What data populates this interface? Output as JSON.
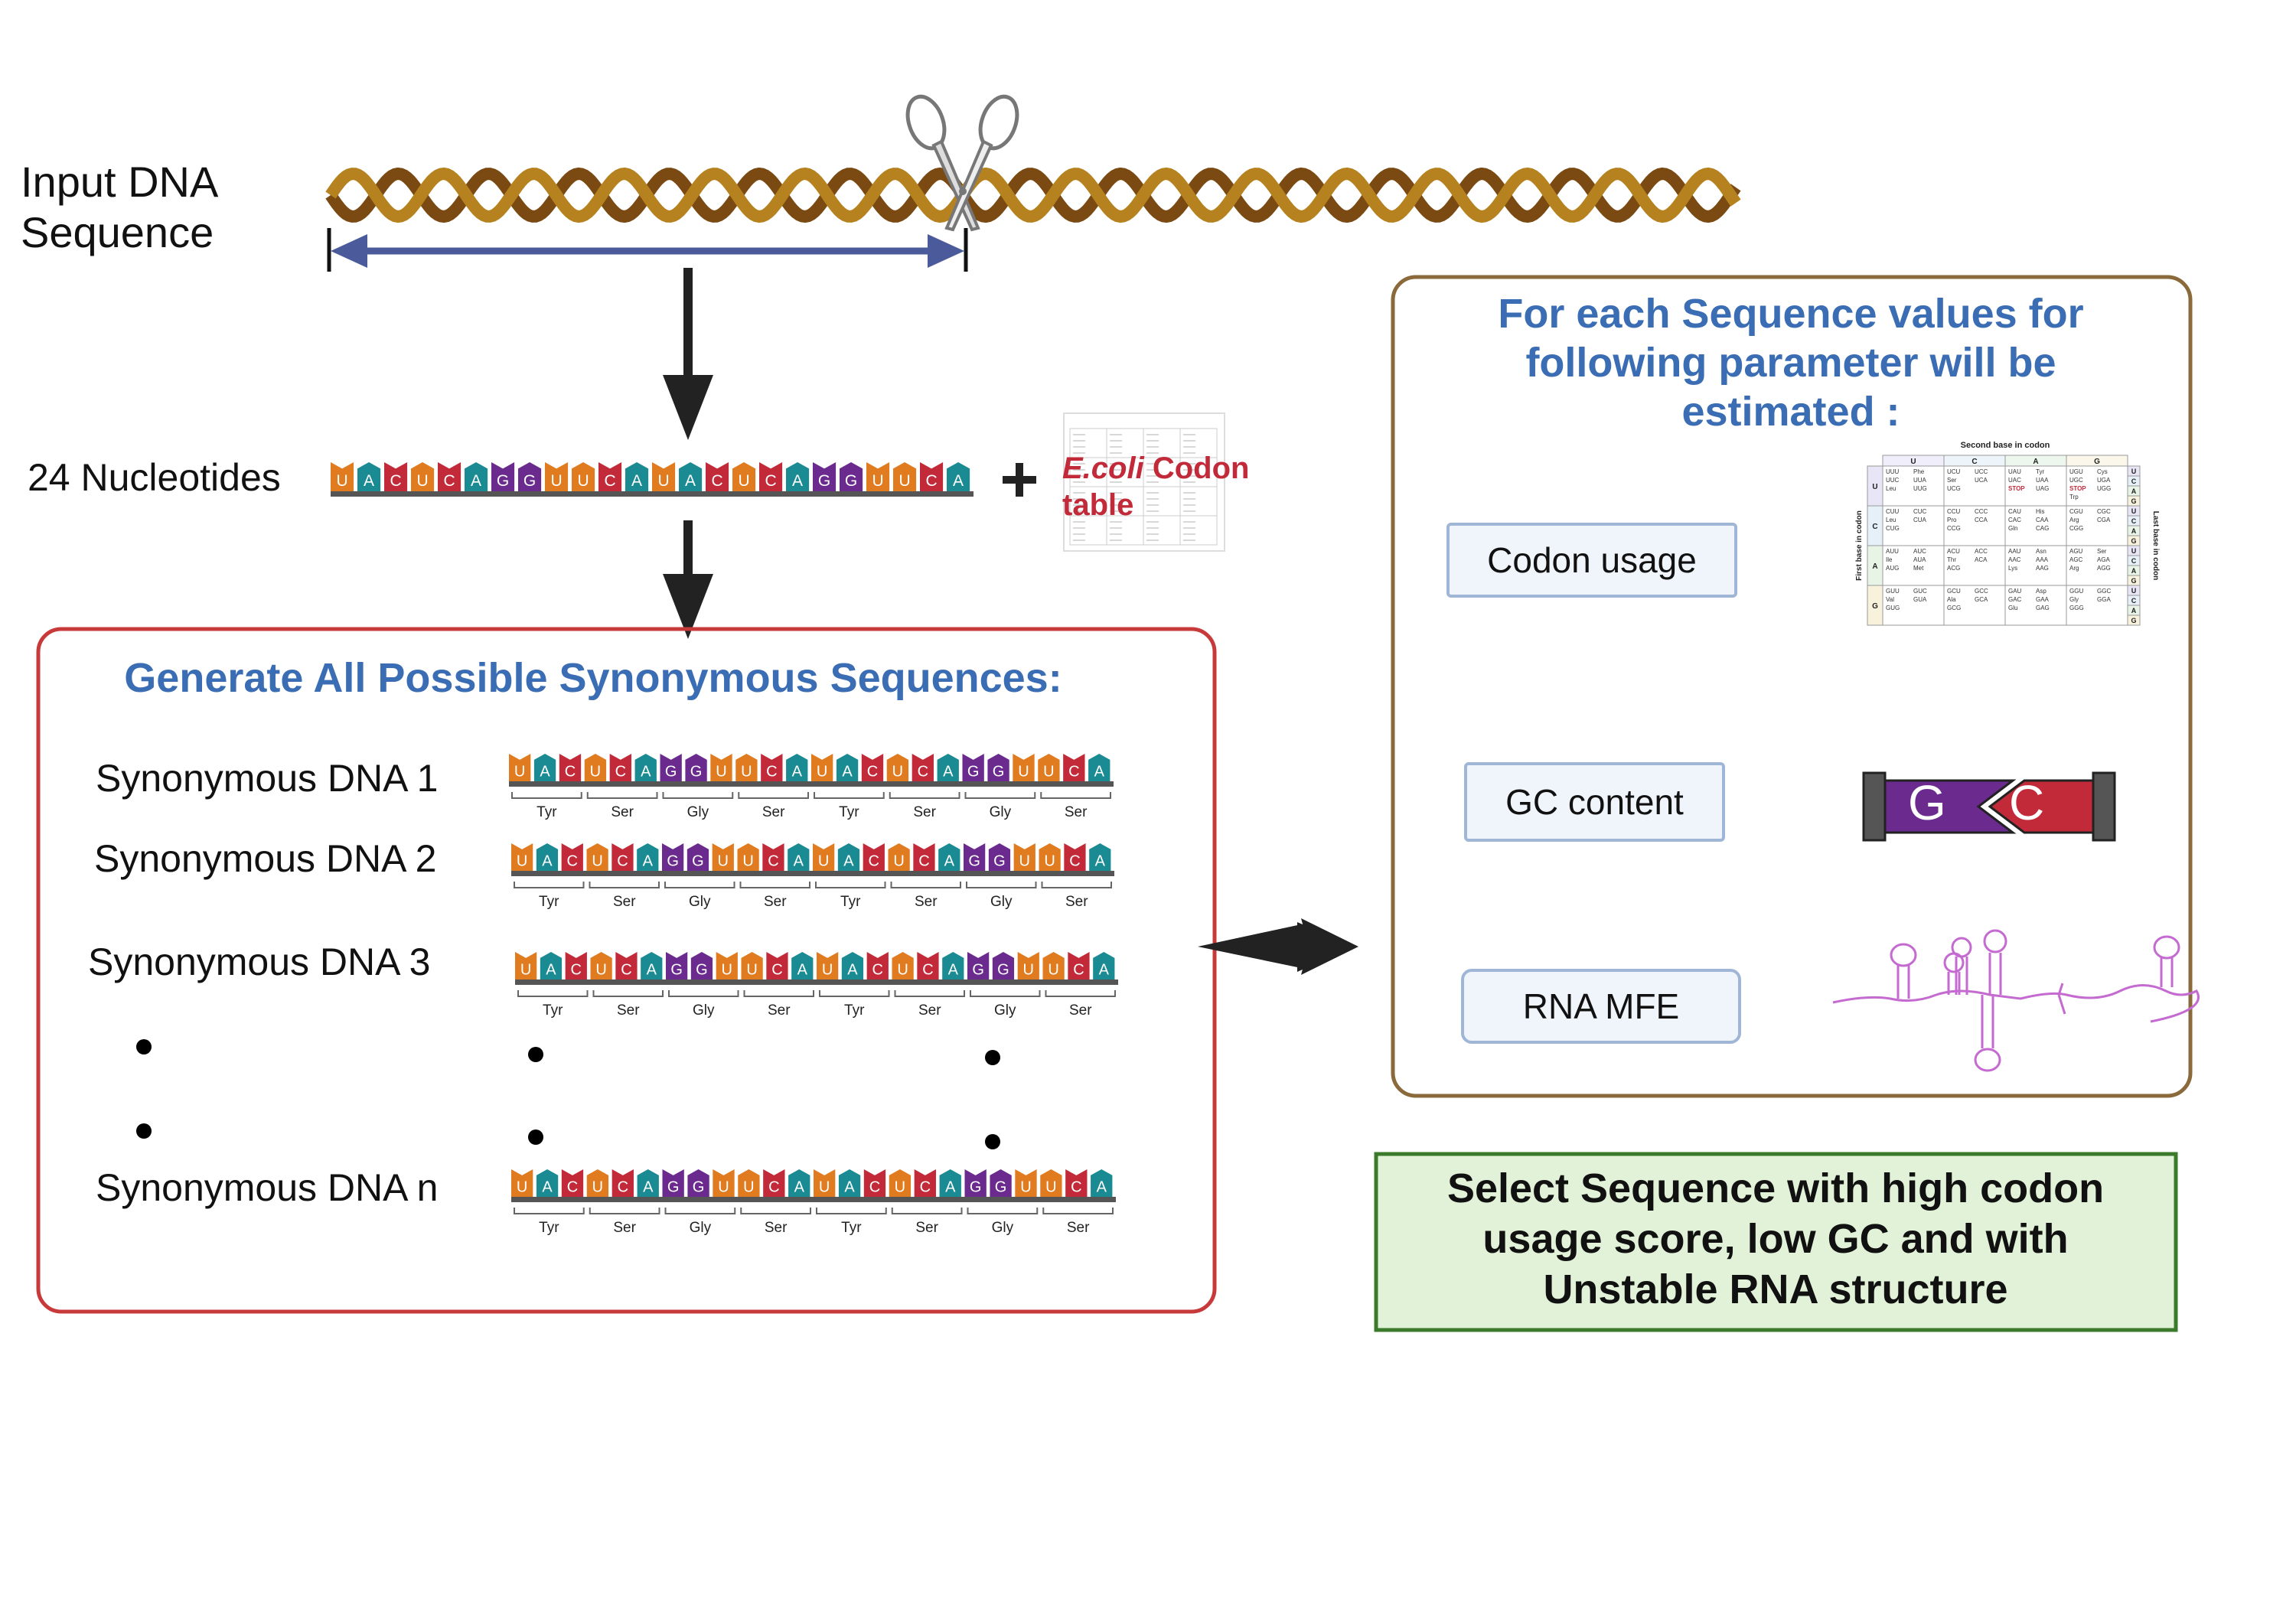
{
  "input": {
    "label_line1": "Input DNA",
    "label_line2": "Sequence"
  },
  "nucleotides_label": "24 Nucleotides",
  "codon_table_ref": {
    "italic": "E.coli",
    "rest1": "Codon",
    "rest2": "table"
  },
  "sequence_bases": [
    "U",
    "A",
    "C",
    "U",
    "C",
    "A",
    "G",
    "G",
    "U",
    "U",
    "C",
    "A",
    "U",
    "A",
    "C",
    "U",
    "C",
    "A",
    "G",
    "G",
    "U",
    "U",
    "C",
    "A"
  ],
  "amino_acids": [
    "Tyr",
    "Ser",
    "Gly",
    "Ser",
    "Tyr",
    "Ser",
    "Gly",
    "Ser"
  ],
  "base_colors": {
    "U": "#e07b1f",
    "A": "#1a8a93",
    "C": "#c22a3a",
    "G": "#6a2a8e"
  },
  "left_panel": {
    "title": "Generate All Possible Synonymous Sequences:",
    "rows": [
      "Synonymous DNA 1",
      "Synonymous DNA 2",
      "Synonymous DNA 3",
      "Synonymous DNA n"
    ]
  },
  "right_panel": {
    "title_line1": "For each Sequence values for",
    "title_line2": "following  parameter will be",
    "title_line3": "estimated :",
    "params": [
      "Codon usage",
      "GC content",
      "RNA MFE"
    ]
  },
  "gc_icon": {
    "left": "G",
    "right": "C"
  },
  "codon_table": {
    "header": "Second base in codon",
    "cols": [
      "U",
      "C",
      "A",
      "G"
    ],
    "rows": [
      "U",
      "C",
      "A",
      "G"
    ],
    "left_label": "First base in codon",
    "right_label": "Last base in codon",
    "stop_text": "STOP",
    "cells": [
      [
        "UUU Phe UUC UUA Leu UUG",
        "UCU UCC Ser UCA UCG",
        "UAU Tyr UAC UAA STOP UAG",
        "UGU Cys UGC UGA STOP UGG Trp"
      ],
      [
        "CUU CUC Leu CUA CUG",
        "CCU CCC Pro CCA CCG",
        "CAU His CAC CAA Gln CAG",
        "CGU CGC Arg CGA CGG"
      ],
      [
        "AUU AUC Ile AUA AUG Met",
        "ACU ACC Thr ACA ACG",
        "AAU Asn AAC AAA Lys AAG",
        "AGU Ser AGC AGA Arg AGG"
      ],
      [
        "GUU GUC Val GUA GUG",
        "GCU GCC Ala GCA GCG",
        "GAU Asp GAC GAA Glu GAG",
        "GGU GGC Gly GGA GGG"
      ]
    ]
  },
  "conclusion": {
    "line1": "Select Sequence with high codon",
    "line2": "usage score,  low GC and with",
    "line3": "Unstable RNA structure"
  }
}
